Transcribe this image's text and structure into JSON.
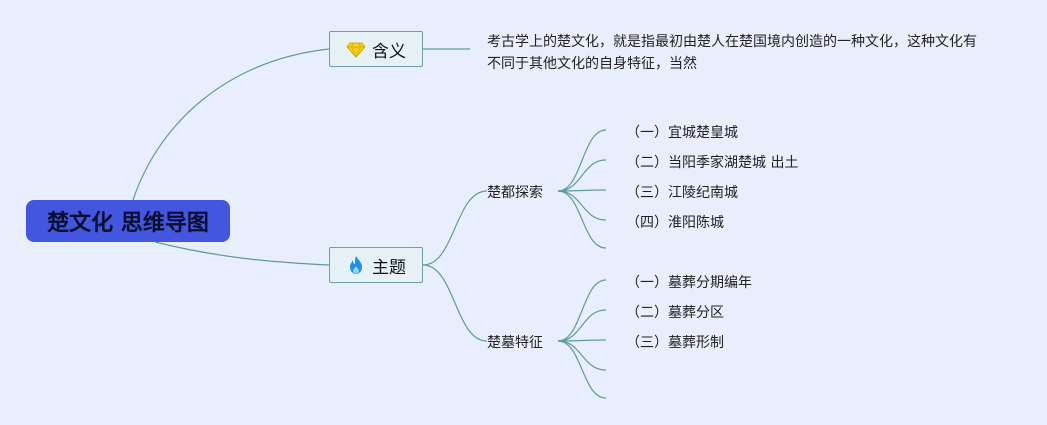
{
  "root": {
    "label": "楚文化 思维导图"
  },
  "branches": [
    {
      "label": "含义",
      "icon": "diamond-icon",
      "description_lines": [
        "考古学上的楚文化，就是指最初由楚人在楚国境内创造的一种文化，这种文化有",
        "不同于其他文化的自身特征，当然"
      ]
    },
    {
      "label": "主题",
      "icon": "flame-icon",
      "children": [
        {
          "label": "楚都探索",
          "leaves": [
            "（一）宜城楚皇城",
            "（二）当阳季家湖楚城 出土",
            "（三）江陵纪南城",
            "（四）淮阳陈城",
            ""
          ]
        },
        {
          "label": "楚墓特征",
          "leaves": [
            "（一）墓葬分期编年",
            "（二）墓葬分区",
            "（三）墓葬形制",
            "",
            ""
          ]
        }
      ]
    }
  ],
  "colors": {
    "line": "#5f9aa0",
    "root_bg": "#4356e0",
    "branch_bg": "#e6f1f6",
    "background": "#e9eefc"
  }
}
